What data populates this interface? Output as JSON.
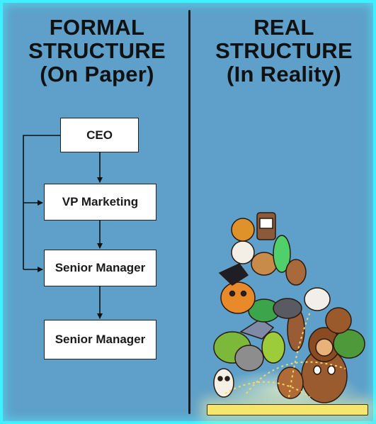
{
  "left": {
    "title_lines": [
      "FORMAL",
      "STRUCTURE",
      "(On Paper)"
    ],
    "boxes": {
      "ceo": "CEO",
      "vp": "VP Marketing",
      "senior_manager_1": "Senior Manager",
      "senior_manager_2": "Senior Manager"
    }
  },
  "right": {
    "title_lines": [
      "REAL",
      "STRUCTURE",
      "(In Reality)"
    ]
  },
  "colors": {
    "background": "#5ea0c9",
    "edge_glow": "#3ff0ff",
    "ground_platform": "#f6e66c"
  }
}
